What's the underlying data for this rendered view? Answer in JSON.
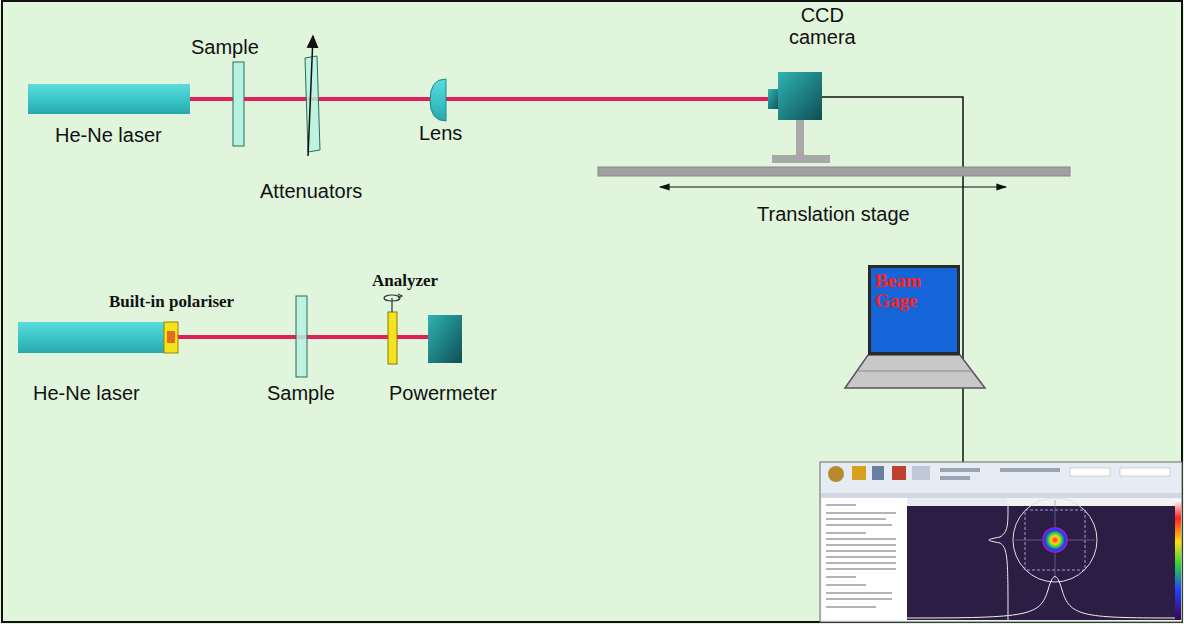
{
  "diagram": {
    "nodes": [
      {
        "text": [
          "Beam Gage"
        ]
      }
    ],
    "labels": [
      "Sample",
      "CCD camera",
      "He-Ne laser",
      "Attenuators",
      "Lens",
      "Translation stage",
      "Built-in polariser",
      "Analyzer",
      "He-Ne laser",
      "Sample",
      "Powermeter"
    ]
  }
}
